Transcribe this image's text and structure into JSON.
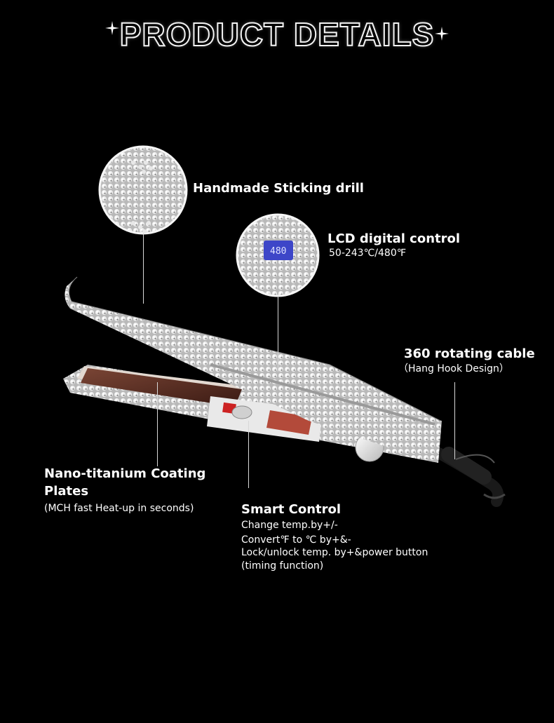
{
  "title": "PRODUCT DETAILS",
  "lcd_reading": "480",
  "features": {
    "drill": {
      "heading": "Handmade Sticking drill"
    },
    "lcd": {
      "heading": "LCD digital control",
      "sub": "50-243℃/480℉"
    },
    "cable": {
      "heading": "360 rotating cable",
      "sub": "（Hang Hook Design）"
    },
    "plates": {
      "heading_line1": "Nano-titanium Coating",
      "heading_line2": "Plates",
      "sub": "(MCH fast Heat-up in seconds)"
    },
    "smart": {
      "heading": "Smart Control",
      "lines": [
        "Change temp.by+/-",
        "Convert℉ to ℃ by+&-",
        "Lock/unlock temp. by+&power button",
        "(timing function)"
      ]
    }
  },
  "colors": {
    "background": "#000000",
    "text": "#ffffff",
    "crystal": "#cfcfcf",
    "plate": "#5a2c22",
    "lcd": "#3d46c8"
  },
  "icons": [
    "sparkle-icon",
    "power-button-icon"
  ]
}
